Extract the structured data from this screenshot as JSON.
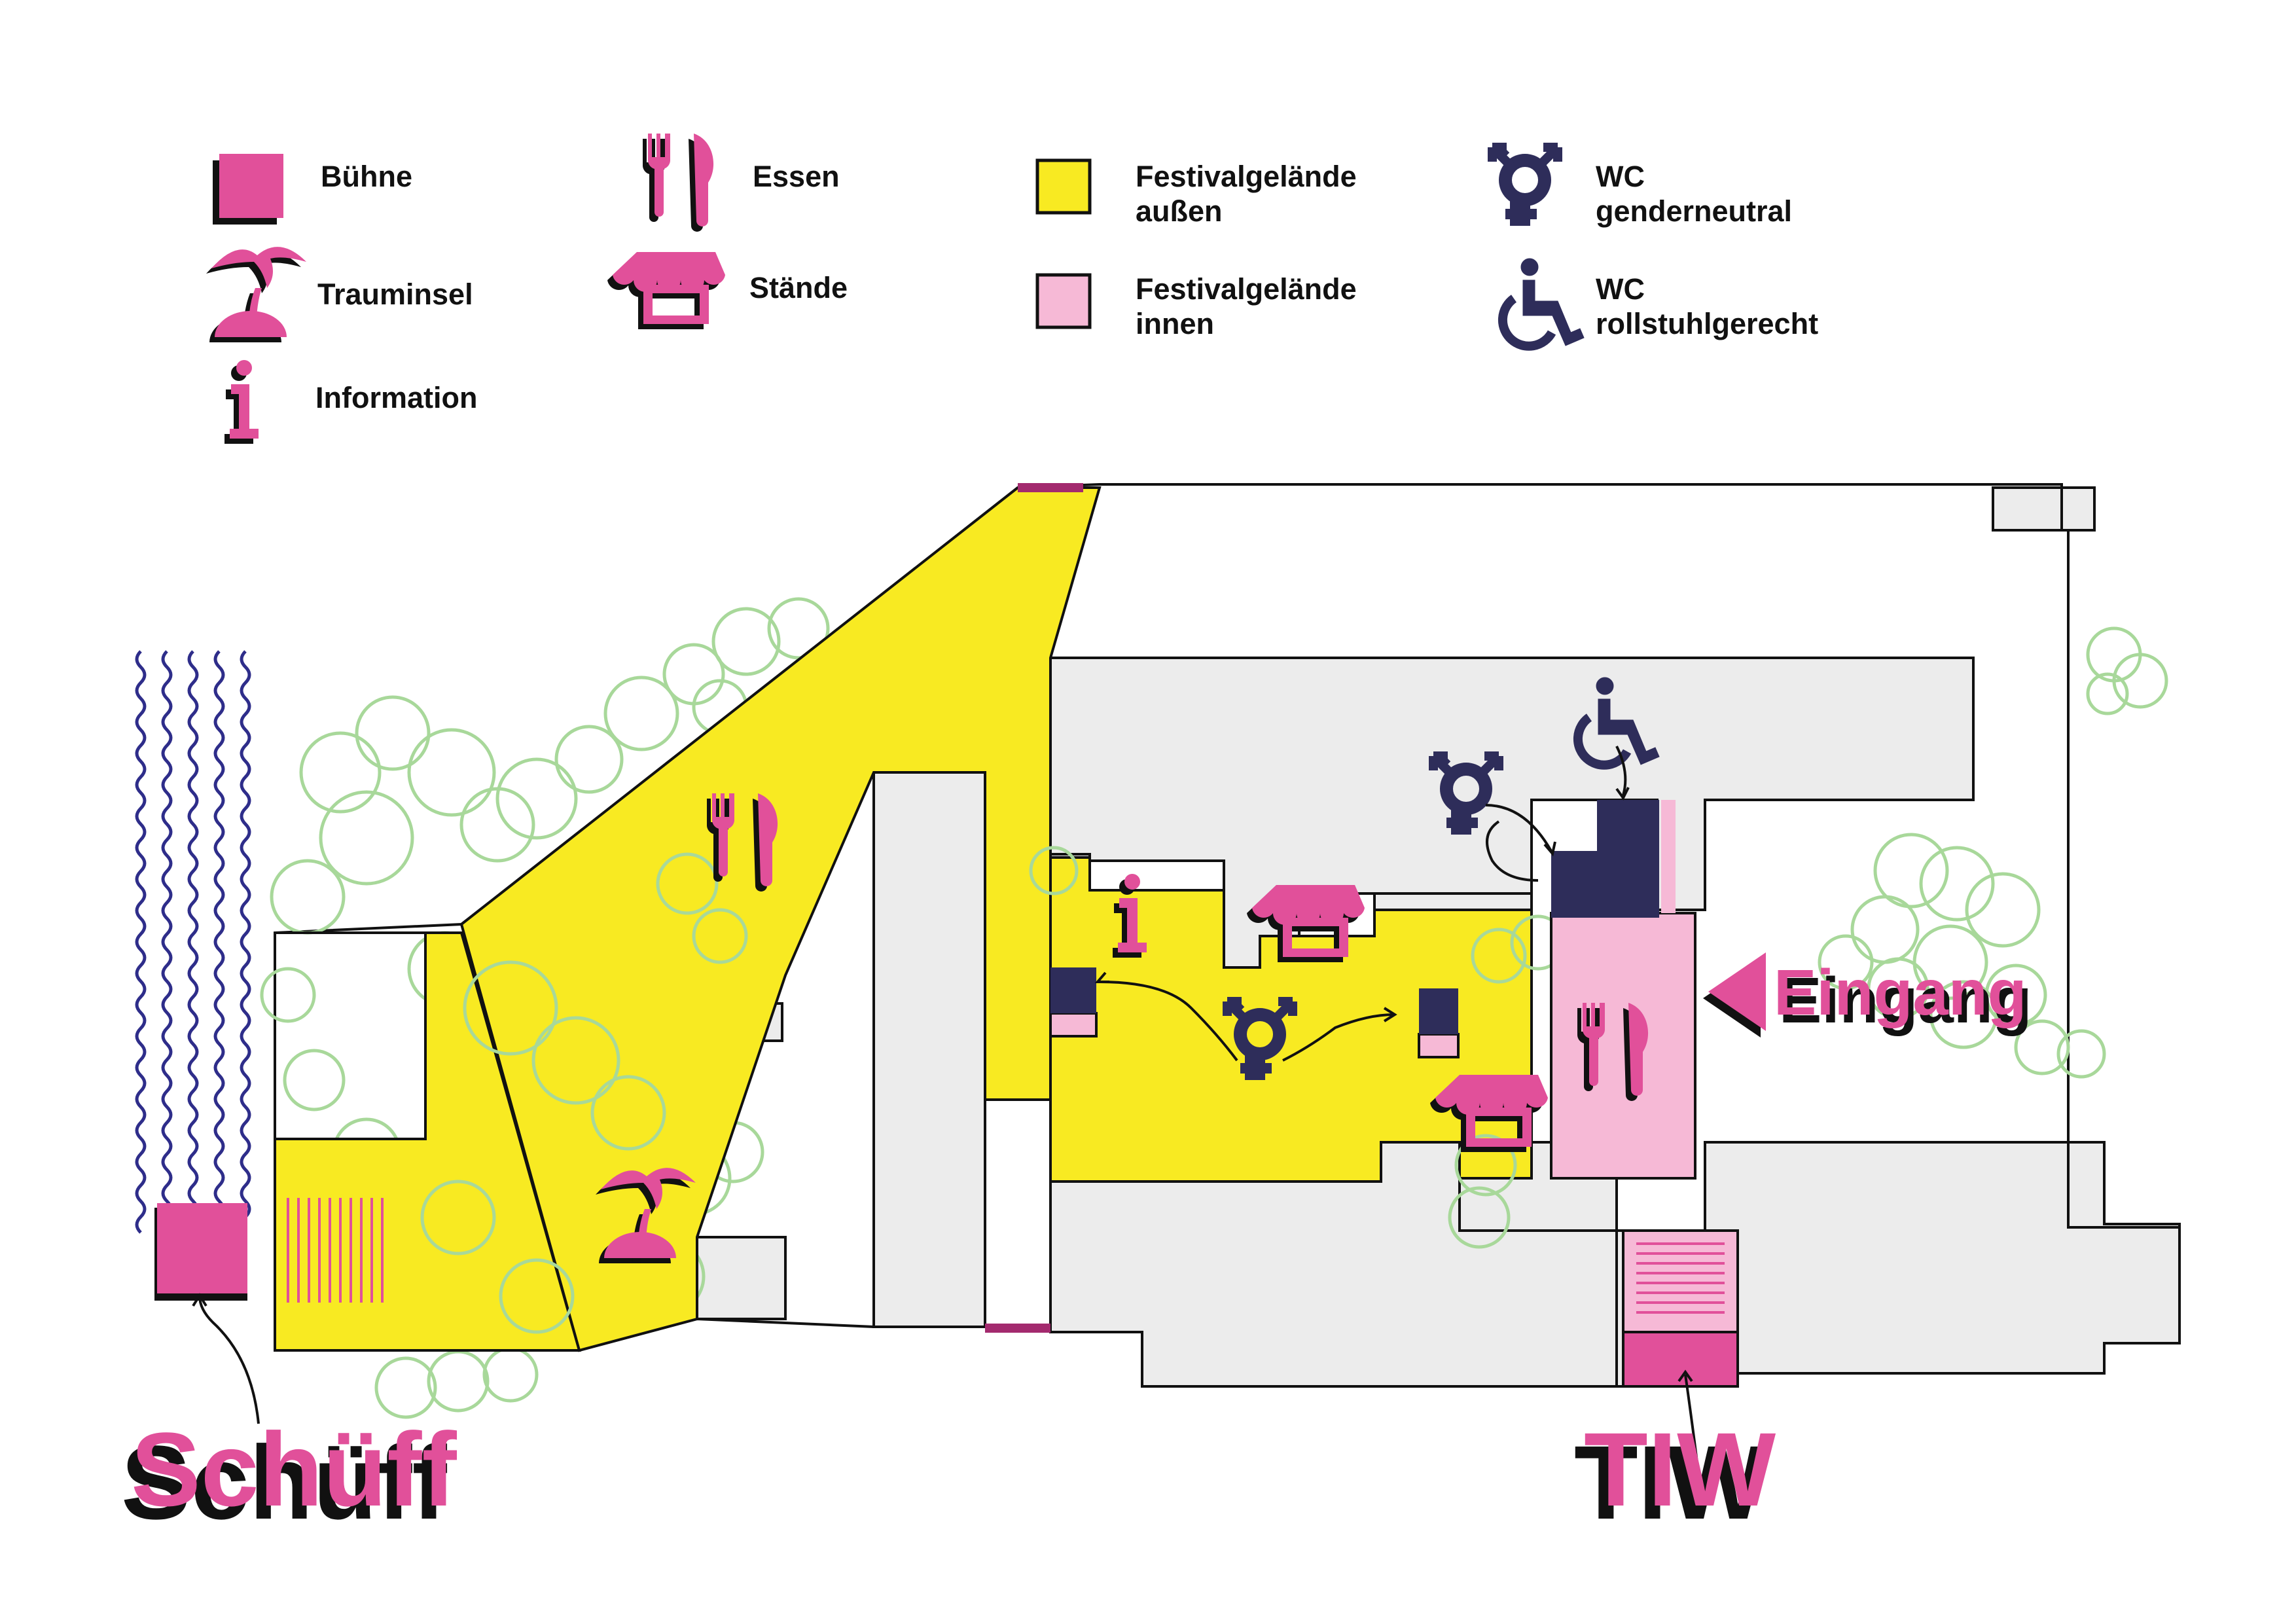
{
  "colors": {
    "pink": "#e1509a",
    "light_pink": "#f6b9d6",
    "yellow": "#f8ea22",
    "navy": "#2e2d5a",
    "grey": "#ececec",
    "tree_green": "#a8d89a",
    "water_blue": "#2e2d8a",
    "outline": "#111111"
  },
  "legend": {
    "buehne": "Bühne",
    "essen": "Essen",
    "festival_aussen_1": "Festivalgelände",
    "festival_aussen_2": "außen",
    "wc_gender_1": "WC",
    "wc_gender_2": "genderneutral",
    "trauminsel": "Trauminsel",
    "staende": "Stände",
    "festival_innen_1": "Festivalgelände",
    "festival_innen_2": "innen",
    "wc_rolli_1": "WC",
    "wc_rolli_2": "rollstuhlgerecht",
    "information": "Information"
  },
  "map": {
    "entrance_label": "Eingang",
    "venue_left": "Schüff",
    "venue_right": "TIW"
  },
  "icons": {
    "stage": "stage-square-icon",
    "food": "fork-knife-icon",
    "island": "palm-island-icon",
    "stand": "market-stall-icon",
    "info": "information-icon",
    "wc_gender": "gender-neutral-icon",
    "wc_wheelchair": "wheelchair-icon",
    "entrance": "entrance-arrow-icon"
  }
}
